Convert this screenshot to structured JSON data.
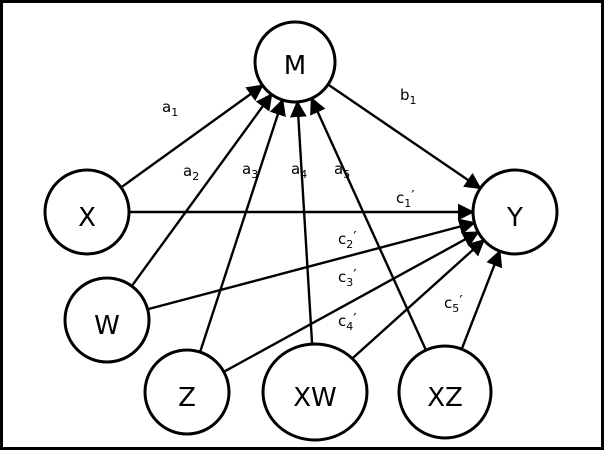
{
  "diagram": {
    "nodes": [
      {
        "id": "M",
        "label": "M"
      },
      {
        "id": "X",
        "label": "X"
      },
      {
        "id": "W",
        "label": "W"
      },
      {
        "id": "Y",
        "label": "Y"
      },
      {
        "id": "Z",
        "label": "Z"
      },
      {
        "id": "XW",
        "label": "XW"
      },
      {
        "id": "XZ",
        "label": "XZ"
      }
    ],
    "edges": [
      {
        "from": "X",
        "to": "M",
        "base": "a",
        "sub": "1",
        "prime": ""
      },
      {
        "from": "W",
        "to": "M",
        "base": "a",
        "sub": "2",
        "prime": ""
      },
      {
        "from": "Z",
        "to": "M",
        "base": "a",
        "sub": "3",
        "prime": ""
      },
      {
        "from": "XW",
        "to": "M",
        "base": "a",
        "sub": "4",
        "prime": ""
      },
      {
        "from": "XZ",
        "to": "M",
        "base": "a",
        "sub": "5",
        "prime": ""
      },
      {
        "from": "M",
        "to": "Y",
        "base": "b",
        "sub": "1",
        "prime": ""
      },
      {
        "from": "X",
        "to": "Y",
        "base": "c",
        "sub": "1",
        "prime": "′"
      },
      {
        "from": "W",
        "to": "Y",
        "base": "c",
        "sub": "2",
        "prime": "′"
      },
      {
        "from": "Z",
        "to": "Y",
        "base": "c",
        "sub": "3",
        "prime": "′"
      },
      {
        "from": "XW",
        "to": "Y",
        "base": "c",
        "sub": "4",
        "prime": "′"
      },
      {
        "from": "XZ",
        "to": "Y",
        "base": "c",
        "sub": "5",
        "prime": "′"
      }
    ]
  }
}
